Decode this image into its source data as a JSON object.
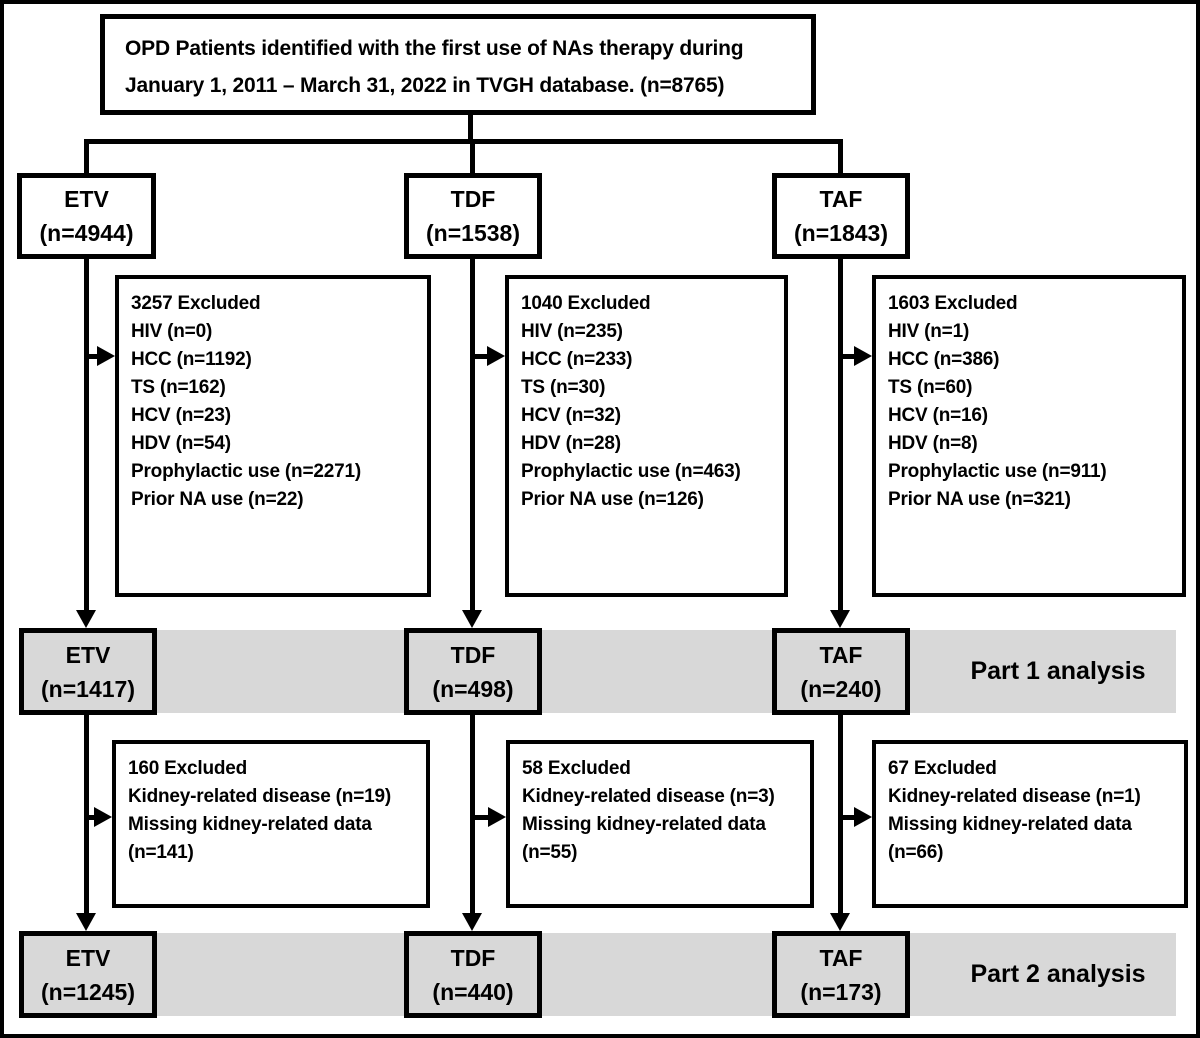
{
  "title": {
    "line1": "OPD Patients identified with the first use of NAs therapy during",
    "line2": "January 1, 2011 – March 31, 2022 in TVGH database. (n=8765)"
  },
  "part1_label": "Part 1 analysis",
  "part2_label": "Part 2 analysis",
  "columns": [
    {
      "name": "ETV",
      "initial": {
        "label": "ETV",
        "n": "(n=4944)"
      },
      "exclusion1": [
        "3257 Excluded",
        "HIV (n=0)",
        "HCC (n=1192)",
        "TS (n=162)",
        "HCV (n=23)",
        "HDV (n=54)",
        "Prophylactic use (n=2271)",
        "Prior NA use (n=22)"
      ],
      "part1": {
        "label": "ETV",
        "n": "(n=1417)"
      },
      "exclusion2": [
        "160 Excluded",
        "Kidney-related disease (n=19)",
        "Missing kidney-related data",
        "(n=141)"
      ],
      "part2": {
        "label": "ETV",
        "n": "(n=1245)"
      }
    },
    {
      "name": "TDF",
      "initial": {
        "label": "TDF",
        "n": "(n=1538)"
      },
      "exclusion1": [
        "1040 Excluded",
        "HIV (n=235)",
        "HCC (n=233)",
        "TS (n=30)",
        "HCV (n=32)",
        "HDV (n=28)",
        "Prophylactic use (n=463)",
        "Prior NA use (n=126)"
      ],
      "part1": {
        "label": "TDF",
        "n": "(n=498)"
      },
      "exclusion2": [
        "58 Excluded",
        "Kidney-related disease (n=3)",
        "Missing kidney-related data",
        "(n=55)"
      ],
      "part2": {
        "label": "TDF",
        "n": "(n=440)"
      }
    },
    {
      "name": "TAF",
      "initial": {
        "label": "TAF",
        "n": "(n=1843)"
      },
      "exclusion1": [
        "1603 Excluded",
        "HIV (n=1)",
        "HCC (n=386)",
        "TS (n=60)",
        "HCV (n=16)",
        "HDV (n=8)",
        "Prophylactic use (n=911)",
        "Prior NA use (n=321)"
      ],
      "part1": {
        "label": "TAF",
        "n": "(n=240)"
      },
      "exclusion2": [
        "67 Excluded",
        "Kidney-related disease (n=1)",
        "Missing kidney-related data",
        "(n=66)"
      ],
      "part2": {
        "label": "TAF",
        "n": "(n=173)"
      }
    }
  ],
  "colors": {
    "band": "#d8d8d8",
    "line": "#000000",
    "background": "#ffffff"
  }
}
